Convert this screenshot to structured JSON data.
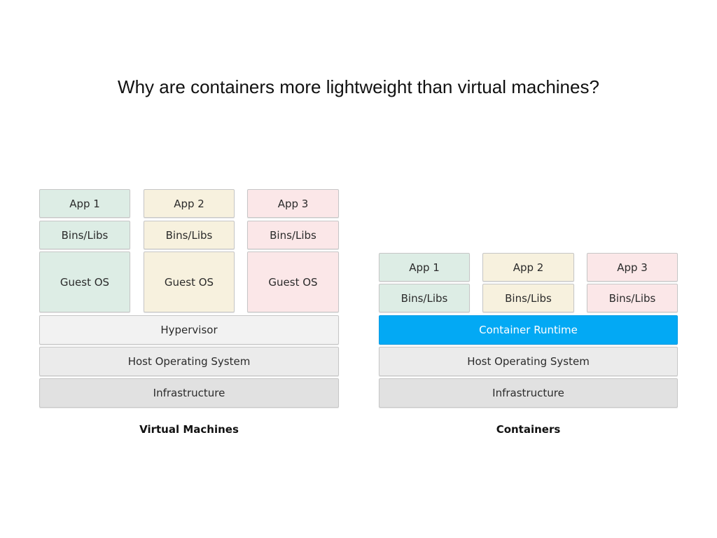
{
  "title": "Why are containers more lightweight than virtual machines?",
  "virtual_machines": {
    "caption": "Virtual Machines",
    "columns": [
      {
        "app": "App 1",
        "libs": "Bins/Libs",
        "os": "Guest OS"
      },
      {
        "app": "App 2",
        "libs": "Bins/Libs",
        "os": "Guest OS"
      },
      {
        "app": "App 3",
        "libs": "Bins/Libs",
        "os": "Guest OS"
      }
    ],
    "hypervisor": "Hypervisor",
    "host_os": "Host Operating System",
    "infrastructure": "Infrastructure"
  },
  "containers": {
    "caption": "Containers",
    "columns": [
      {
        "app": "App 1",
        "libs": "Bins/Libs"
      },
      {
        "app": "App 2",
        "libs": "Bins/Libs"
      },
      {
        "app": "App 3",
        "libs": "Bins/Libs"
      }
    ],
    "runtime": "Container Runtime",
    "host_os": "Host Operating System",
    "infrastructure": "Infrastructure"
  },
  "colors": {
    "app_1": "#ddede5",
    "app_2": "#f7f1de",
    "app_3": "#fbe7e8",
    "container_runtime": "#03a9f4"
  }
}
